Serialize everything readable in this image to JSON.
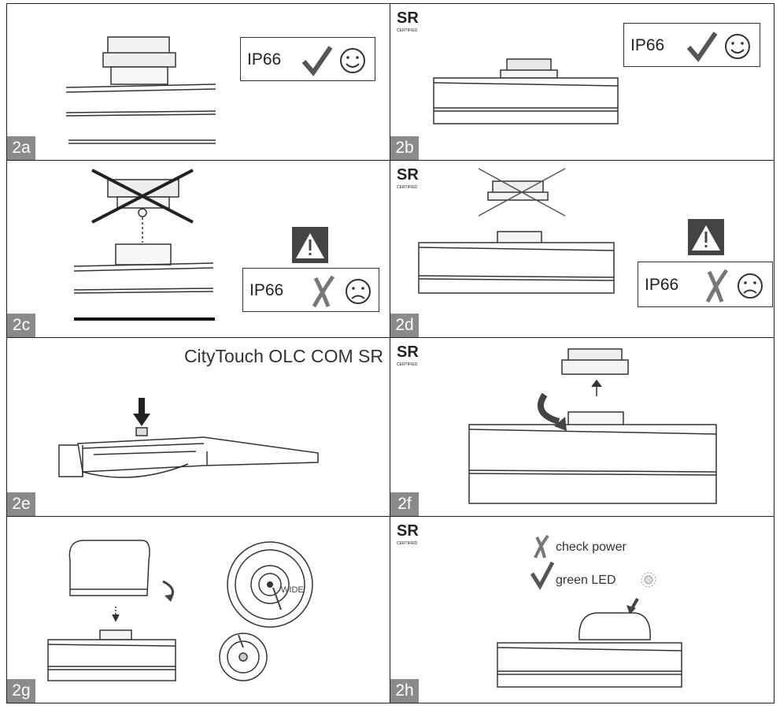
{
  "panels": {
    "a": {
      "label": "2a",
      "ip_text": "IP66"
    },
    "b": {
      "label": "2b",
      "ip_text": "IP66",
      "logo_text": "CERTIFIED"
    },
    "c": {
      "label": "2c",
      "ip_text": "IP66"
    },
    "d": {
      "label": "2d",
      "ip_text": "IP66",
      "logo_text": "CERTIFIED"
    },
    "e": {
      "label": "2e",
      "title": "CityTouch OLC COM SR"
    },
    "f": {
      "label": "2f",
      "logo_text": "CERTIFIED"
    },
    "g": {
      "label": "2g",
      "dial_text": "WIDE"
    },
    "h": {
      "label": "2h",
      "logo_text": "CERTIFIED",
      "check_power": "check power",
      "green_led": "green LED"
    }
  }
}
